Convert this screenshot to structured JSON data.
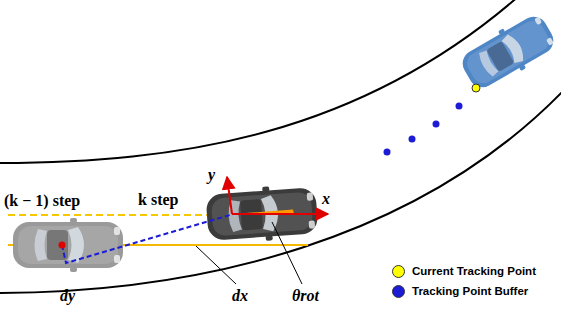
{
  "diagram": {
    "labels": [
      "(k − 1) step",
      "k step",
      "y",
      "x",
      "dx",
      "dy",
      "θrot"
    ],
    "legend": [
      {
        "text": "Current Tracking Point",
        "color": "#ffff00"
      },
      {
        "text": "Tracking Point Buffer",
        "color": "#1c1cd6"
      }
    ]
  }
}
